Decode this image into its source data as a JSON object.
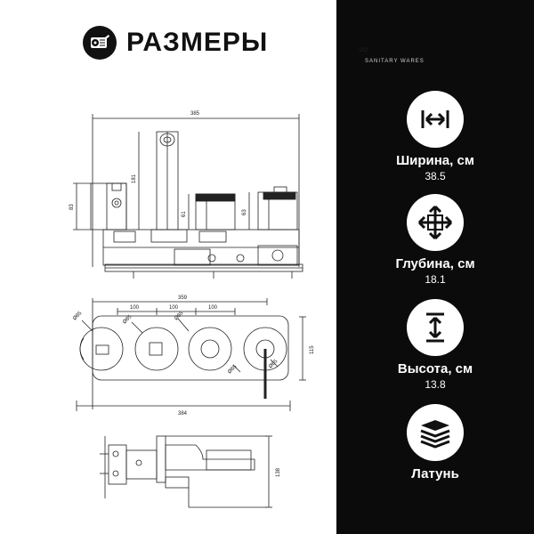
{
  "header": {
    "title": "РАЗМЕРЫ"
  },
  "brand": {
    "letters": "DQ",
    "tagline": "SANITARY WARES"
  },
  "specs": [
    {
      "icon": "width-arrows-icon",
      "label": "Ширина, см",
      "value": "38.5"
    },
    {
      "icon": "depth-arrows-icon",
      "label": "Глубина, см",
      "value": "18.1"
    },
    {
      "icon": "height-arrow-icon",
      "label": "Высота, см",
      "value": "13.8"
    },
    {
      "icon": "material-layers-icon",
      "label": "Латунь",
      "value": ""
    }
  ],
  "drawing": {
    "top_view": {
      "width": "385",
      "h_spout": "181",
      "h_body": "83",
      "h_knob1": "61",
      "h_knob2": "63"
    },
    "front_view": {
      "total_inner": "359",
      "total": "384",
      "spacing1": "100",
      "spacing2": "100",
      "spacing3": "100",
      "height": "115",
      "d1": "Ø85",
      "d2": "Ø85",
      "d3": "Ø65",
      "d4": "Ø65",
      "d5": "Ø65"
    },
    "side_view": {
      "depth": "138"
    }
  },
  "colors": {
    "right_panel": "#0b0b0b",
    "text_light": "#ffffff",
    "line": "#222222"
  }
}
